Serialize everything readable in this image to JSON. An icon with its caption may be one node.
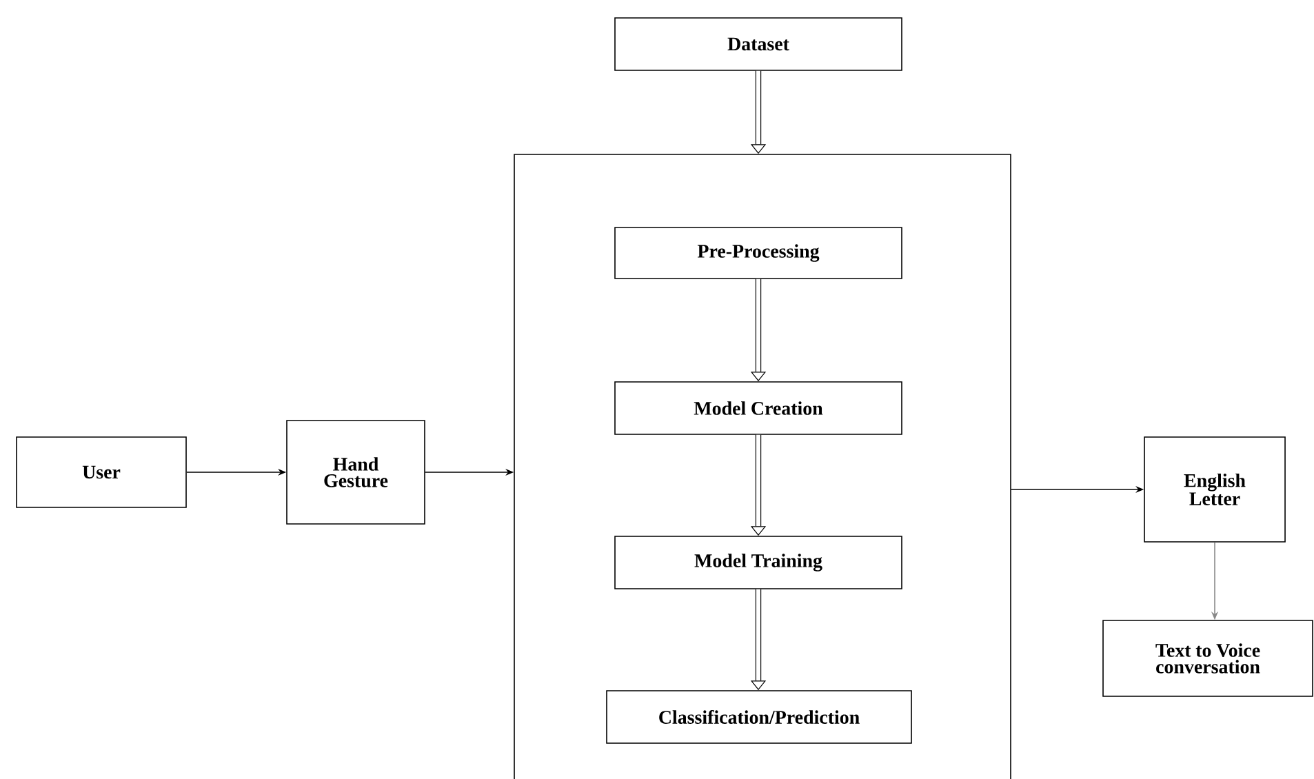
{
  "diagram": {
    "nodes": [
      {
        "text": [
          "User"
        ]
      },
      {
        "text": [
          "Hand Gesture"
        ]
      },
      {
        "text": [],
        "shape": "box"
      },
      {
        "text": [
          "Dataset"
        ]
      },
      {
        "text": [
          "Pre-Processing"
        ],
        "in": 2
      },
      {
        "text": [
          "Model Creation"
        ],
        "in": 2
      },
      {
        "text": [
          "Model Training"
        ],
        "in": 2
      },
      {
        "text": [
          "Classification/Prediction"
        ],
        "in": 2
      },
      {
        "text": [
          "English Letter"
        ]
      },
      {
        "text": [
          "Text to Voice conversation"
        ]
      }
    ],
    "edges": [
      {
        "from": 0,
        "to": 1,
        "arrow": "to"
      },
      {
        "from": 1,
        "to": 2,
        "arrow": "to"
      },
      {
        "from": 3,
        "to": 2,
        "arrow": "to",
        "style": "thick"
      },
      {
        "from": 4,
        "to": 5,
        "arrow": "to",
        "style": "thick"
      },
      {
        "from": 5,
        "to": 6,
        "arrow": "to",
        "style": "thick"
      },
      {
        "from": 6,
        "to": 7,
        "arrow": "to",
        "style": "thick"
      },
      {
        "from": 2,
        "to": 8,
        "arrow": "to"
      },
      {
        "from": 8,
        "to": 9,
        "arrow": "to",
        "color": "#888888"
      }
    ]
  }
}
